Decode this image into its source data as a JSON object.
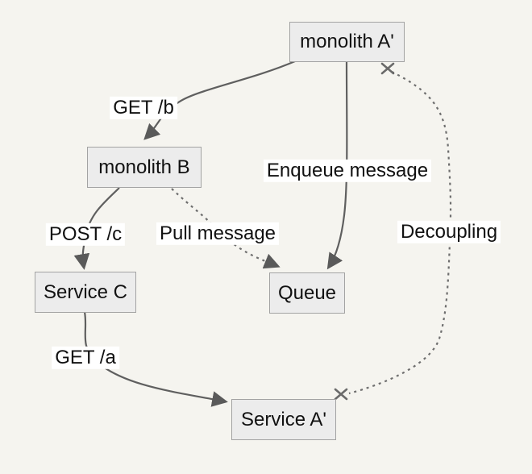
{
  "diagram": {
    "type": "flowchart",
    "colors": {
      "background": "#f5f4ef",
      "node_fill": "#ececec",
      "node_border": "#a3a3a3",
      "line": "#5f5f5f",
      "dotted_line": "#6e6e6e",
      "label_background": "#ffffff",
      "text": "#111111"
    },
    "nodes": [
      {
        "label": "monolith A'"
      },
      {
        "label": "monolith B"
      },
      {
        "label": "Service C"
      },
      {
        "label": "Queue"
      },
      {
        "label": "Service A'"
      }
    ],
    "edges": [
      {
        "from": "monolith A'",
        "to": "monolith B",
        "label": "GET /b",
        "line": "solid",
        "head": "arrow"
      },
      {
        "from": "monolith B",
        "to": "Service C",
        "label": "POST /c",
        "line": "solid",
        "head": "arrow"
      },
      {
        "from": "Service C",
        "to": "Service A'",
        "label": "GET /a",
        "line": "solid",
        "head": "arrow"
      },
      {
        "from": "monolith A'",
        "to": "Queue",
        "label": "Enqueue message",
        "line": "solid",
        "head": "arrow"
      },
      {
        "from": "monolith B",
        "to": "Queue",
        "label": "Pull message",
        "line": "dotted",
        "head": "arrow"
      },
      {
        "from": "monolith A'",
        "to": "Service A'",
        "label": "Decoupling",
        "line": "dotted",
        "head": "cross-both-ends"
      }
    ]
  }
}
